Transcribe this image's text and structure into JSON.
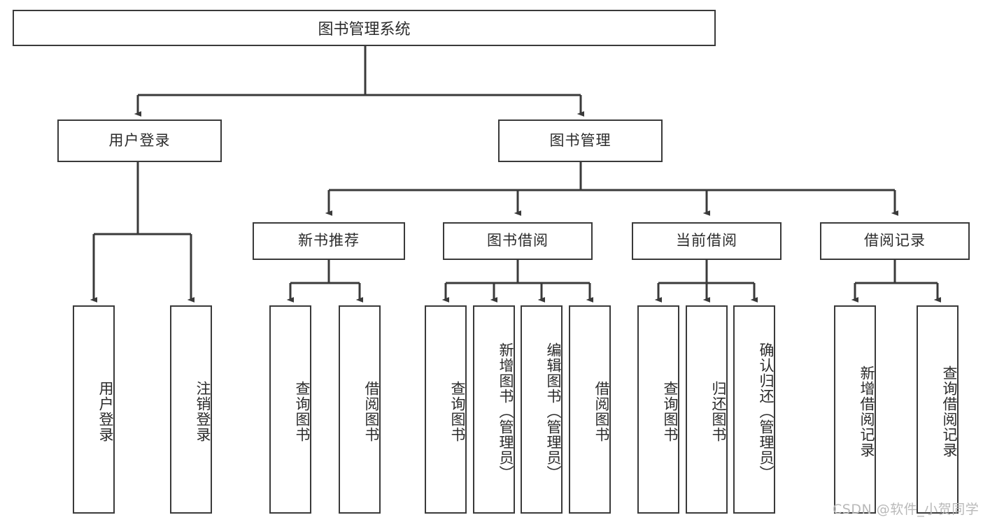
{
  "diagram": {
    "title": "图书管理系统",
    "watermark": "CSDN @软件_小贺同学",
    "colors": {
      "stroke": "#3a3a3a",
      "box_fill": "#ffffff",
      "text": "#2b2b2b",
      "watermark": "#b9b9b9",
      "background": "#ffffff"
    },
    "root": {
      "label": "图书管理系统"
    },
    "level2": [
      {
        "label": "用户登录"
      },
      {
        "label": "图书管理"
      }
    ],
    "level3": [
      {
        "label": "新书推荐"
      },
      {
        "label": "图书借阅"
      },
      {
        "label": "当前借阅"
      },
      {
        "label": "借阅记录"
      }
    ],
    "leaves": {
      "user_login": [
        {
          "label": "用户登录"
        },
        {
          "label": "注销登录"
        }
      ],
      "new_book": [
        {
          "label": "查询图书"
        },
        {
          "label": "借阅图书"
        }
      ],
      "book_borrow": [
        {
          "label": "查询图书"
        },
        {
          "label": "新增图书（管理员）"
        },
        {
          "label": "编辑图书（管理员）"
        },
        {
          "label": "借阅图书"
        }
      ],
      "current_borrow": [
        {
          "label": "查询图书"
        },
        {
          "label": "归还图书"
        },
        {
          "label": "确认归还（管理员）"
        }
      ],
      "borrow_record": [
        {
          "label": "新增借阅记录"
        },
        {
          "label": "查询借阅记录"
        }
      ]
    }
  }
}
